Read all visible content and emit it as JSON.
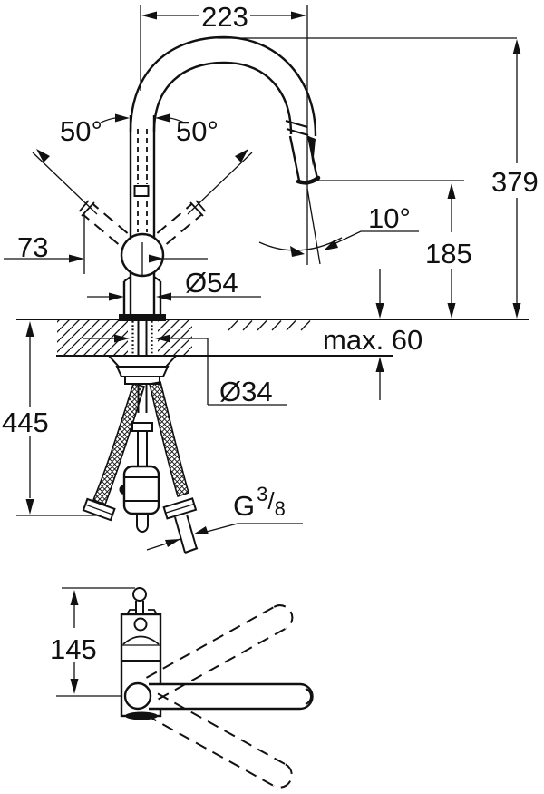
{
  "colors": {
    "line": "#111111",
    "background": "#ffffff"
  },
  "front_view": {
    "dim_spout_reach": "223",
    "dim_total_height": "379",
    "dim_outlet_height": "185",
    "dim_lever_swivel_left": "50°",
    "dim_lever_swivel_right": "50°",
    "dim_lever_projection": "73",
    "dim_spray_angle": "10°",
    "dim_body_diameter": "Ø54",
    "dim_mounting_thickness": "max. 60",
    "dim_hole_diameter": "Ø34",
    "dim_hose_length": "445",
    "dim_thread": {
      "prefix": "G",
      "numerator": "3",
      "slash": "/",
      "denominator": "8"
    }
  },
  "top_view": {
    "dim_body_height": "145"
  }
}
